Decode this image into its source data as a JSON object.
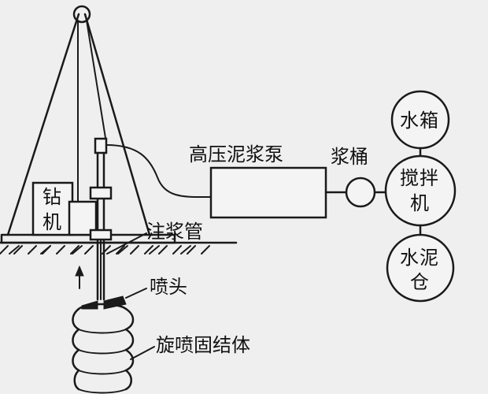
{
  "labels": {
    "drill_rig": "钻机",
    "hp_mud_pump": "高压泥浆泵",
    "slurry_bucket": "浆桶",
    "water_tank": "水箱",
    "mixer": "搅拌机",
    "cement_silo": "水泥仓",
    "grout_pipe": "注浆管",
    "nozzle": "喷头",
    "jet_grout_body": "旋喷固结体"
  },
  "labels_split": {
    "drill_rig_1": "钻",
    "drill_rig_2": "机",
    "water_tank_1": "水",
    "water_tank_2": "箱",
    "mixer_1": "搅",
    "mixer_2": "拌",
    "mixer_3": "机",
    "cement_silo_1": "水",
    "cement_silo_2": "泥",
    "cement_silo_3": "仓"
  }
}
